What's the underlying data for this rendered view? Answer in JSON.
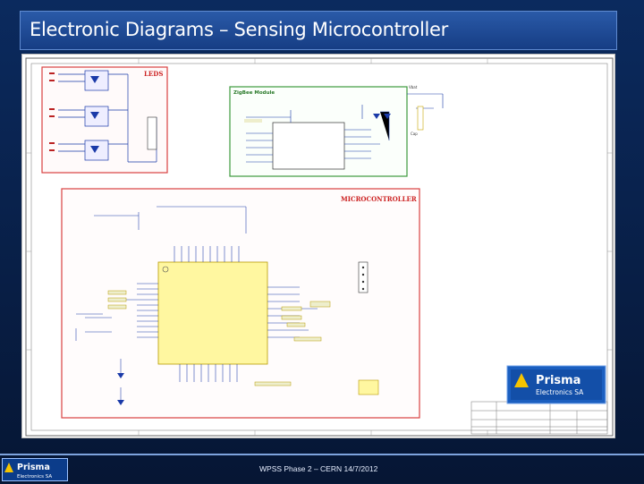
{
  "slide": {
    "title": "Electronic Diagrams – Sensing Microcontroller",
    "footer": "WPSS Phase 2 – CERN 14/7/2012"
  },
  "schematic": {
    "leds_label": "LEDS",
    "zigbee_label": "ZigBee Module",
    "microcontroller_label": "MICROCONTROLLER"
  },
  "logo": {
    "name": "Prisma",
    "subtitle": "Electronics SA"
  },
  "colors": {
    "title_bar": "#1f4b97",
    "block_red": "#d94040",
    "block_green": "#3c9a3c",
    "chip_fill": "#fff7a0",
    "wire": "#1a3aa8"
  }
}
